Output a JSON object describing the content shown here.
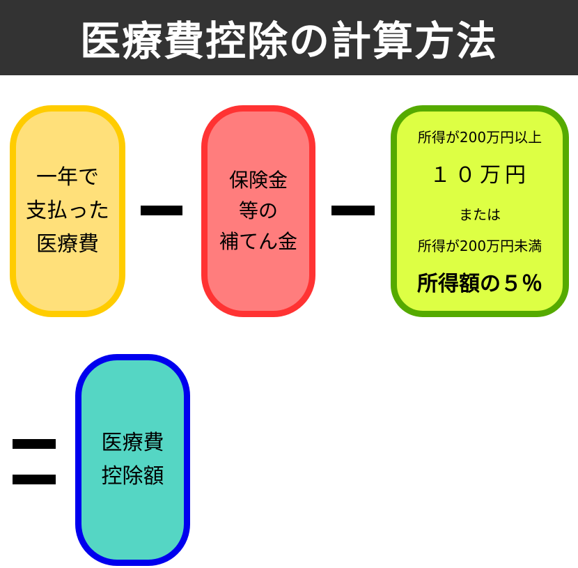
{
  "title": "医療費控除の計算方法",
  "boxes": {
    "paid": {
      "lines": "一年で\n支払った\n医療費"
    },
    "insurance": {
      "lines": "保険金\n等の\n補てん金"
    },
    "threshold": {
      "condition_over": "所得が200万円以上",
      "amount": "１０万円",
      "or": "または",
      "condition_under": "所得が200万円未満",
      "rate": "所得額の５％"
    },
    "result": {
      "lines": "医療費\n控除額"
    }
  },
  "colors": {
    "header_bg": "#333333",
    "yellow_fill": "#FFE07A",
    "yellow_border": "#FFCC00",
    "red_fill": "#FF7D7D",
    "red_border": "#FF3333",
    "green_fill": "#DDFF44",
    "green_border": "#55AA00",
    "teal_fill": "#55D6C4",
    "teal_border": "#0000EE"
  }
}
